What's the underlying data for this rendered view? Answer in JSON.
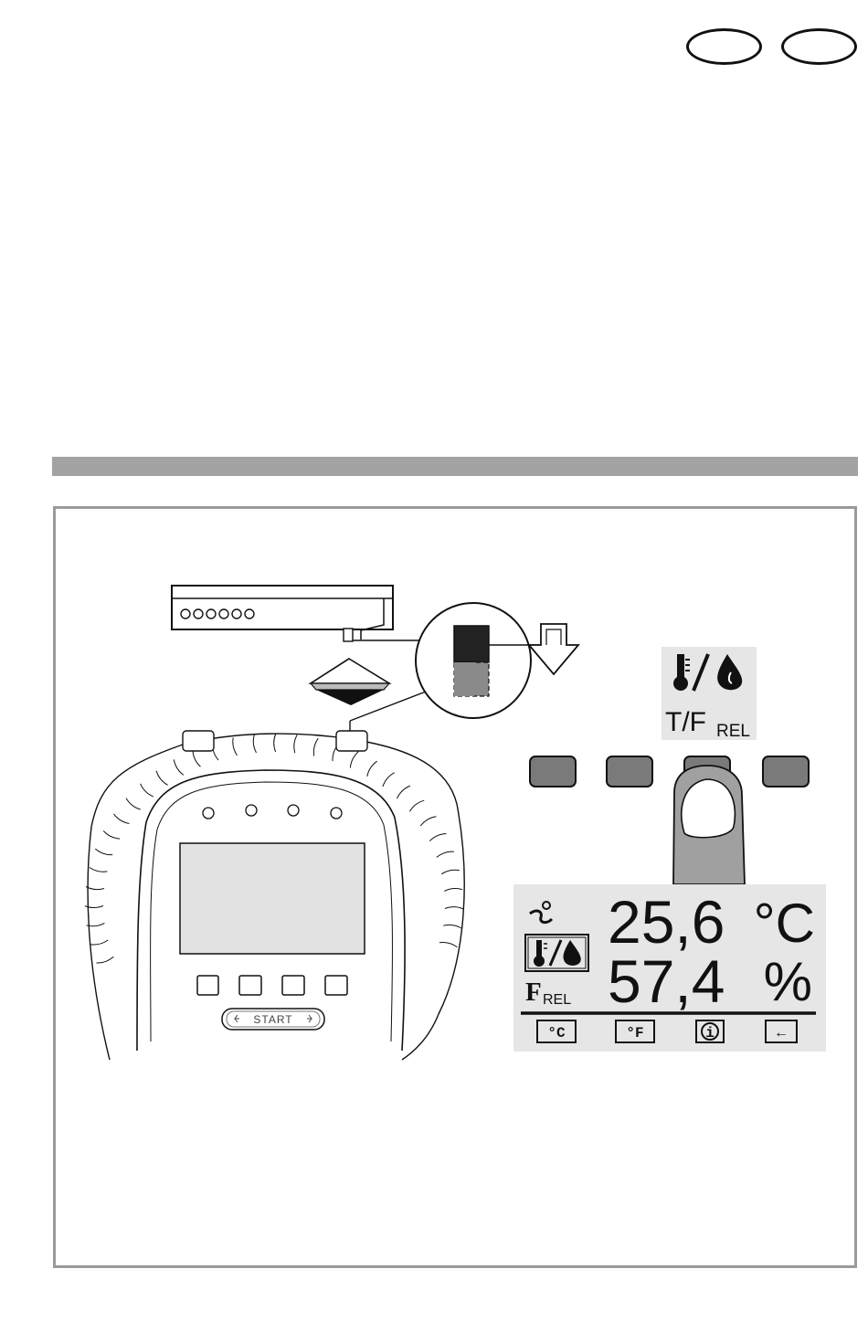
{
  "device": {
    "start_label": "START"
  },
  "mode_icon": {
    "label_main": "T/F",
    "label_sub": "REL"
  },
  "lcd": {
    "temperature_value": "25,6",
    "temperature_unit": "°C",
    "humidity_value": "57,4",
    "humidity_unit": "%",
    "frel_main": "F",
    "frel_sub": "REL",
    "softkeys": [
      {
        "label": "°C"
      },
      {
        "label": "°F"
      },
      {
        "label": "i"
      },
      {
        "label": "←"
      }
    ]
  }
}
